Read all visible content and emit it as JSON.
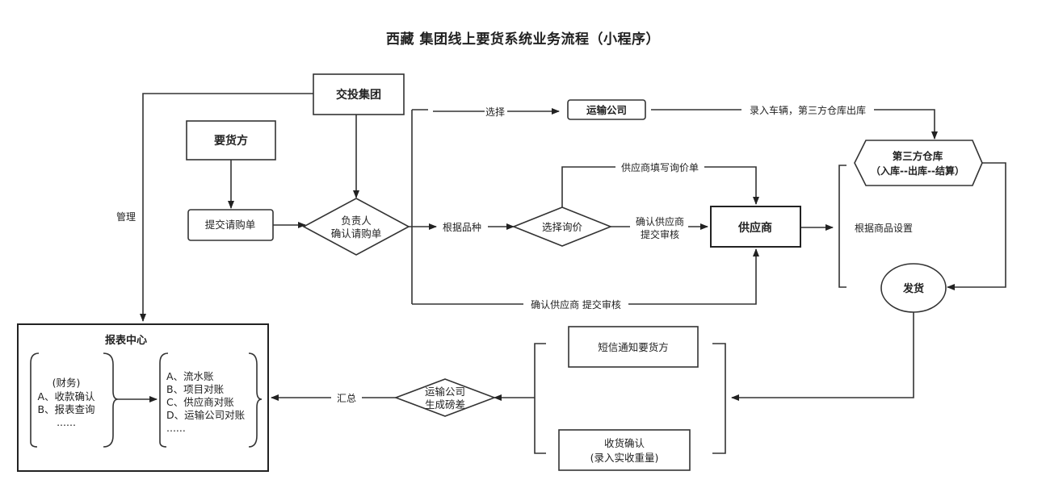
{
  "title": "西藏 集团线上要货系统业务流程（小程序）",
  "nodes": {
    "jiaotou": "交投集团",
    "yaohuofang": "要货方",
    "tijiao": "提交请购单",
    "fuzeren_1": "负责人",
    "fuzeren_2": "确认请购单",
    "xuanze_xunjia": "选择询价",
    "gongyingshang": "供应商",
    "yunshu": "运输公司",
    "cangku_1": "第三方仓库",
    "cangku_2": "（入库--出库--结算）",
    "fahuo": "发货",
    "duanxin": "短信通知要货方",
    "shouhuo_1": "收货确认",
    "shouhuo_2": "(录入实收重量)",
    "yunshu_bangcha_1": "运输公司",
    "yunshu_bangcha_2": "生成磅差"
  },
  "edge_labels": {
    "guanli": "管理",
    "xuanze": "选择",
    "luru": "录入车辆，第三方仓库出库",
    "gongyingshang_tianxie": "供应商填写询价单",
    "genju_pinzhong": "根据品种",
    "queren_1": "确认供应商",
    "queren_2": "提交审核",
    "queren_bottom": "确认供应商 提交审核",
    "genju_shangpin": "根据商品设置",
    "huizong": "汇总"
  },
  "report": {
    "title": "报表中心",
    "left_items": [
      "(财务)",
      "A、收款确认",
      "B、报表查询",
      "......"
    ],
    "right_items": [
      "A、流水账",
      "B、项目对账",
      "C、供应商对账",
      "D、运输公司对账",
      "......"
    ]
  }
}
